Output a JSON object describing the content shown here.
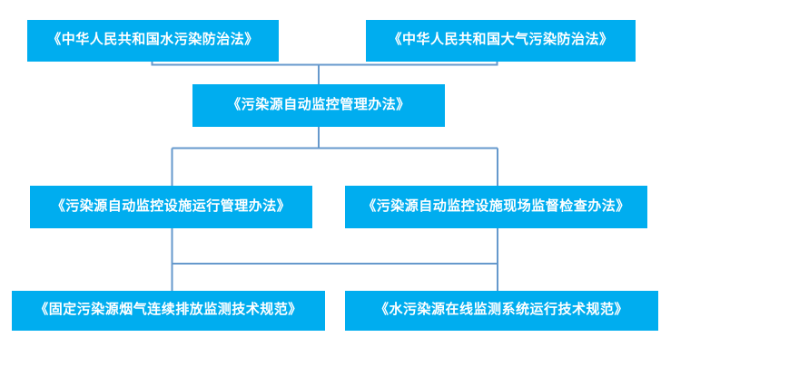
{
  "diagram": {
    "type": "hierarchy-flowchart",
    "colors": {
      "node_fill": "#00ADEF",
      "node_text": "#FFFFFF",
      "connector": "#6699CC",
      "background": "#FFFFFF"
    },
    "levels": [
      {
        "level": 1,
        "nodes": [
          {
            "id": "water-law",
            "label": "《中华人民共和国水污染防治法》"
          },
          {
            "id": "air-law",
            "label": "《中华人民共和国大气污染防治法》"
          }
        ]
      },
      {
        "level": 2,
        "nodes": [
          {
            "id": "auto-mon-mgmt",
            "label": "《污染源自动监控管理办法》"
          }
        ]
      },
      {
        "level": 3,
        "nodes": [
          {
            "id": "facility-ops",
            "label": "《污染源自动监控设施运行管理办法》"
          },
          {
            "id": "onsite-inspect",
            "label": "《污染源自动监控设施现场监督检查办法》"
          }
        ]
      },
      {
        "level": 4,
        "nodes": [
          {
            "id": "cems-spec",
            "label": "《固定污染源烟气连续排放监测技术规范》"
          },
          {
            "id": "water-online",
            "label": "《水污染源在线监测系统运行技术规范》"
          }
        ]
      }
    ],
    "edges": [
      {
        "from": "water-law",
        "to": "auto-mon-mgmt"
      },
      {
        "from": "air-law",
        "to": "auto-mon-mgmt"
      },
      {
        "from": "auto-mon-mgmt",
        "to": "facility-ops"
      },
      {
        "from": "auto-mon-mgmt",
        "to": "onsite-inspect"
      },
      {
        "from": "facility-ops",
        "to": "cems-spec"
      },
      {
        "from": "onsite-inspect",
        "to": "water-online"
      }
    ]
  }
}
